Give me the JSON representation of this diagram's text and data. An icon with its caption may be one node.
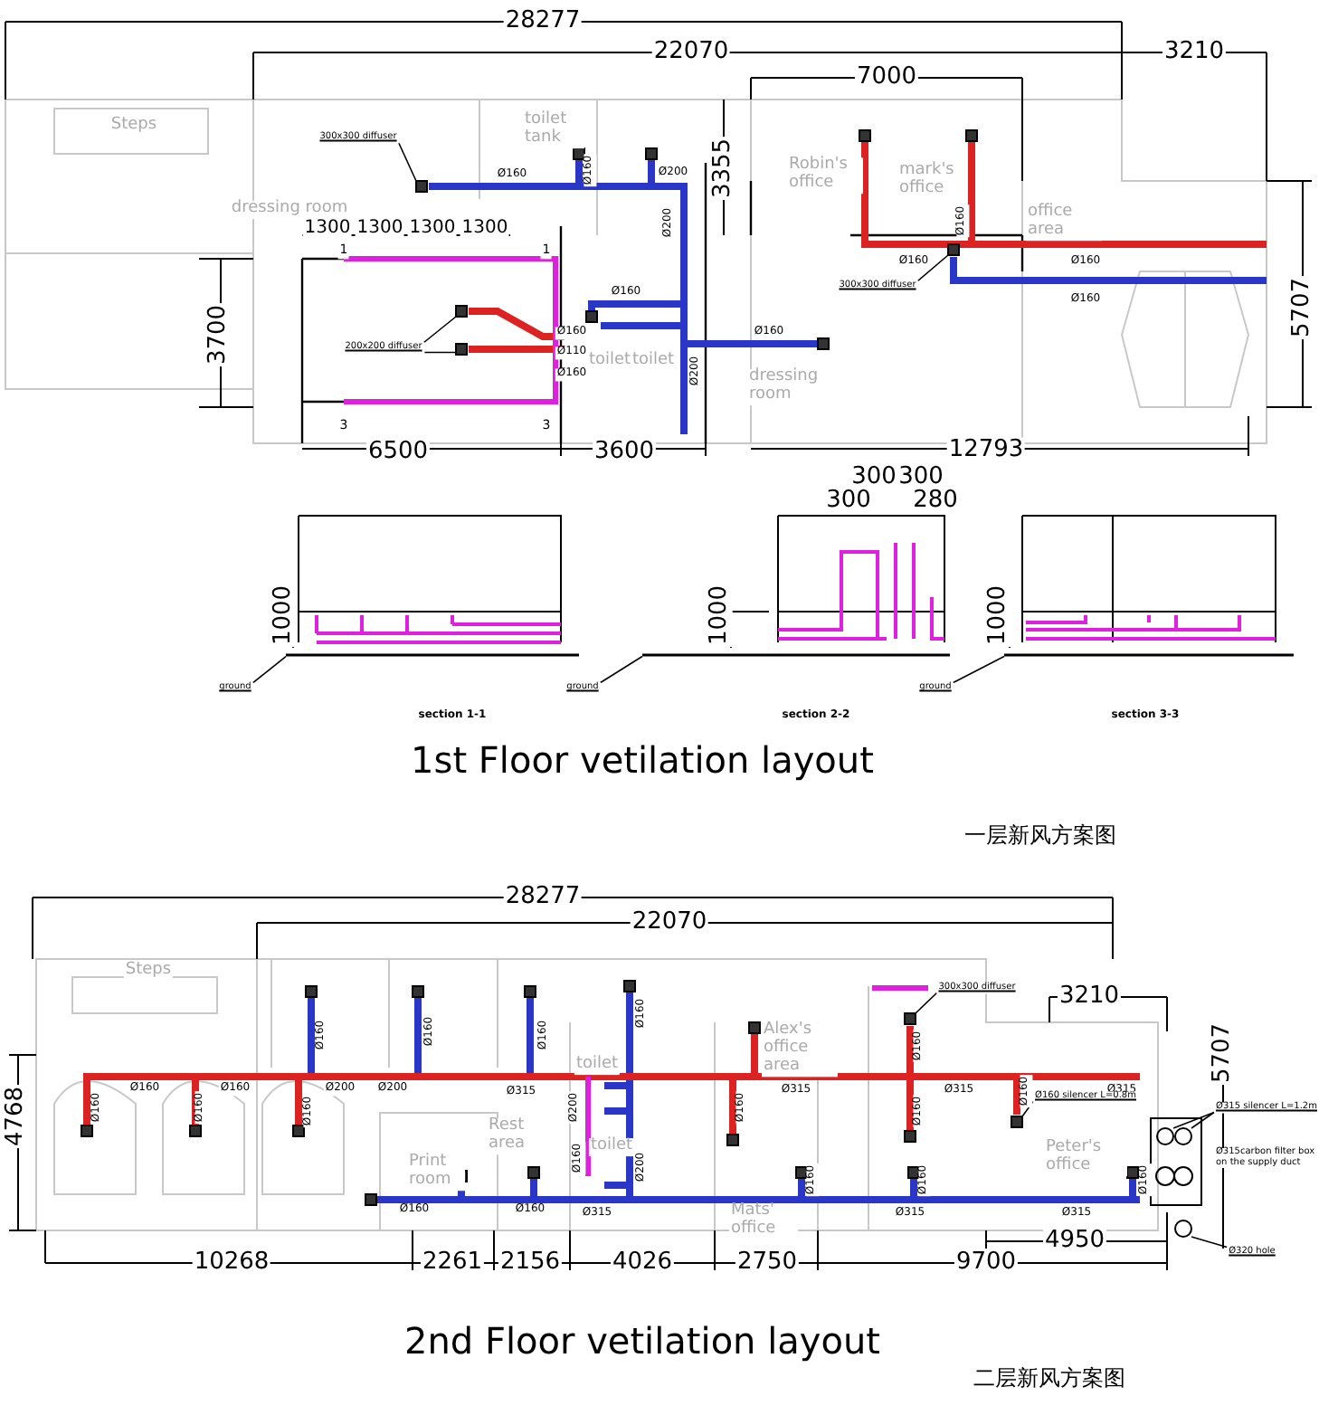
{
  "diagram": {
    "nodes": [
      {
        "text": [
          "300x300 diffuser"
        ]
      },
      {
        "text": [
          "200x200 diffuser"
        ]
      },
      {
        "text": [
          "300x300 diffuser"
        ]
      },
      {
        "text": [
          "ground"
        ]
      },
      {
        "text": [
          "ground"
        ]
      },
      {
        "text": [
          "ground"
        ]
      },
      {
        "text": [
          "300x300 diffuser"
        ]
      },
      {
        "text": [
          "Ø160 silencer L=0.8m"
        ]
      },
      {
        "text": [
          "Ø315 silencer L=1.2m"
        ]
      },
      {
        "text": [
          "Ø320 hole"
        ]
      },
      {
        "text": [],
        "shape": "box"
      },
      {
        "text": [],
        "shape": "box"
      },
      {
        "text": [],
        "shape": "box"
      },
      {
        "text": [],
        "shape": "box"
      },
      {
        "text": [],
        "shape": "bar"
      },
      {
        "text": [],
        "shape": "bar"
      },
      {
        "text": [],
        "shape": "bar"
      },
      {
        "text": [],
        "shape": "box"
      },
      {
        "text": [],
        "shape": "box"
      },
      {
        "text": [],
        "shape": "circle"
      },
      {
        "text": [],
        "shape": "circle"
      },
      {
        "text": [],
        "shape": "circle"
      }
    ],
    "edges": [
      {
        "from": 0,
        "to": 10,
        "arrow": "none"
      },
      {
        "from": 1,
        "to": 11,
        "arrow": "none"
      },
      {
        "from": 1,
        "to": 12,
        "arrow": "none"
      },
      {
        "from": 2,
        "to": 13,
        "arrow": "none"
      },
      {
        "from": 3,
        "to": 14,
        "arrow": "none"
      },
      {
        "from": 4,
        "to": 15,
        "arrow": "none"
      },
      {
        "from": 5,
        "to": 16,
        "arrow": "none"
      },
      {
        "from": 6,
        "to": 17,
        "arrow": "none"
      },
      {
        "from": 7,
        "to": 18,
        "arrow": "none"
      },
      {
        "from": 8,
        "to": 19,
        "arrow": "none"
      },
      {
        "from": 8,
        "to": 20,
        "arrow": "none"
      },
      {
        "from": 9,
        "to": 21,
        "arrow": "none"
      }
    ],
    "labels": [
      "28277",
      "22070",
      "3210",
      "7000",
      "3355",
      "1300",
      "1300",
      "1300",
      "1300",
      "3700",
      "5707",
      "6500",
      "3600",
      "12793",
      "Steps",
      "toilet tank",
      "dressing room",
      "toilet",
      "toilet",
      "Robin's office",
      "mark's office",
      "office area",
      "dressing room",
      "Ø160",
      "Ø160",
      "Ø200",
      "Ø200",
      "Ø160",
      "Ø160",
      "Ø110",
      "Ø160",
      "Ø200",
      "Ø160",
      "Ø160",
      "Ø160",
      "Ø160",
      "Ø160",
      "1",
      "1",
      "3",
      "3",
      "300",
      "300",
      "300",
      "280",
      "1000",
      "1000",
      "1000",
      "section 1-1",
      "section 2-2",
      "section 3-3",
      "1st Floor vetilation layout",
      "一层新风方案图",
      "28277",
      "22070",
      "3210",
      "5707",
      "4768",
      "10268",
      "2261",
      "2156",
      "4026",
      "2750",
      "9700",
      "4950",
      "Steps",
      "toilet",
      "toilet",
      "Print room",
      "Rest area",
      "Alex's office area",
      "Mats' office",
      "Peter's office",
      "Ø160",
      "Ø160",
      "Ø160",
      "Ø160",
      "Ø160",
      "Ø200",
      "Ø200",
      "Ø160",
      "Ø160",
      "Ø160",
      "Ø315",
      "Ø200",
      "Ø160",
      "Ø200",
      "Ø160",
      "Ø160",
      "Ø315",
      "Ø160",
      "Ø160",
      "Ø160",
      "Ø160",
      "Ø315",
      "Ø315",
      "Ø315",
      "Ø160",
      "Ø160",
      "Ø160",
      "Ø315",
      "Ø315",
      "Ø160",
      "Ø315carbon filter box on the supply duct",
      "2nd Floor vetilation layout",
      "二层新风方案图"
    ]
  }
}
